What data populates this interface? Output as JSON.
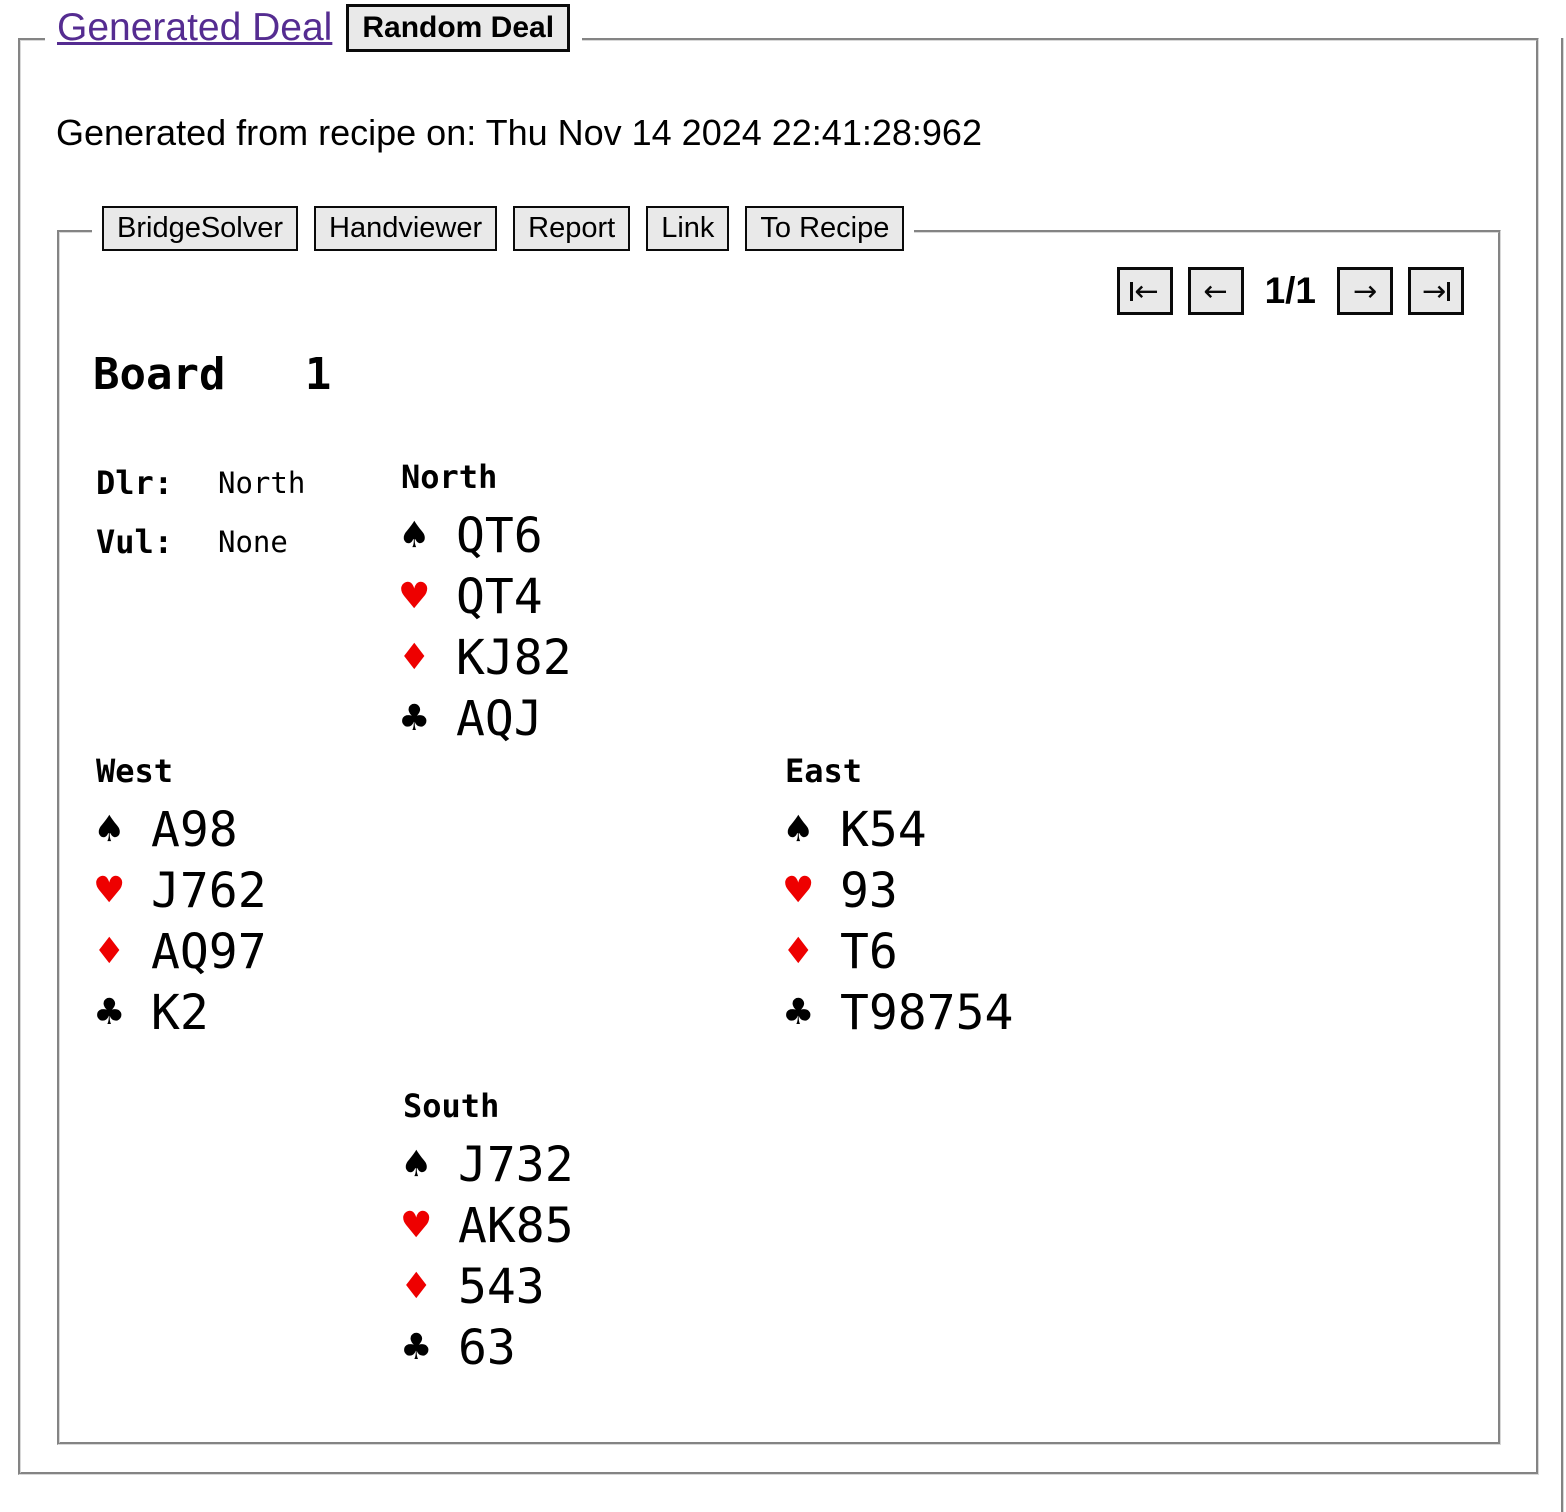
{
  "header": {
    "link_label": "Generated Deal",
    "tab_button_label": "Random Deal",
    "generated_line": "Generated from recipe on: Thu Nov 14 2024 22:41:28:962"
  },
  "toolbar": {
    "buttons": [
      "BridgeSolver",
      "Handviewer",
      "Report",
      "Link",
      "To Recipe"
    ]
  },
  "pager": {
    "prev_icon": "←",
    "next_icon": "→",
    "page_indicator": "1/1"
  },
  "board": {
    "title": "Board   1",
    "dealer_label": "Dlr:",
    "dealer_value": "North",
    "vul_label": "Vul:",
    "vul_value": "None"
  },
  "suits": {
    "spade": "♠",
    "heart": "♥",
    "diamond": "♦",
    "club": "♣"
  },
  "hands": {
    "north": {
      "name": "North",
      "spades": "QT6",
      "hearts": "QT4",
      "diamonds": "KJ82",
      "clubs": "AQJ"
    },
    "west": {
      "name": "West",
      "spades": "A98",
      "hearts": "J762",
      "diamonds": "AQ97",
      "clubs": "K2"
    },
    "east": {
      "name": "East",
      "spades": "K54",
      "hearts": "93",
      "diamonds": "T6",
      "clubs": "T98754"
    },
    "south": {
      "name": "South",
      "spades": "J732",
      "hearts": "AK85",
      "diamonds": "543",
      "clubs": "63"
    }
  },
  "colors": {
    "link_purple": "#552c91",
    "red_suit": "#ee0000",
    "black_suit": "#000000",
    "button_bg": "#e9e9e9",
    "fieldset_border": "#d8d8d8"
  }
}
